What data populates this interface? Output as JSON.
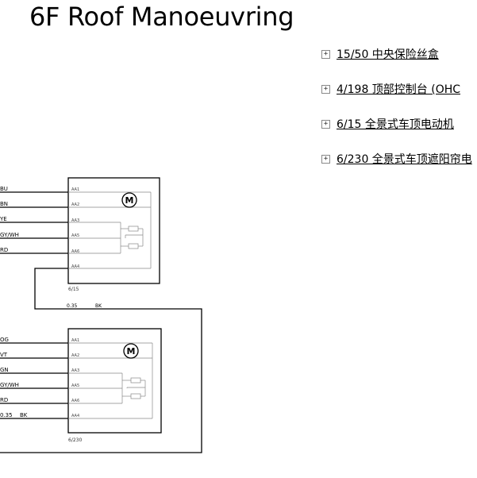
{
  "page": {
    "title": "6F Roof Manoeuvring"
  },
  "links": [
    {
      "text": "15/50 中央保险丝盒"
    },
    {
      "text": "4/198 顶部控制台 (OHC"
    },
    {
      "text": "6/15 全景式车顶电动机"
    },
    {
      "text": "6/230 全景式车顶遮阳帘电"
    }
  ],
  "expand_glyph": "+",
  "schematic": {
    "motor_symbol": "M",
    "upper": {
      "id": "6/15",
      "wires": [
        "BU",
        "BN",
        "YE",
        "GY/WH",
        "RD"
      ],
      "pins": [
        "AA1",
        "AA2",
        "AA3",
        "AA5",
        "AA6",
        "AA4"
      ]
    },
    "ground_wire": {
      "gauge": "0.35",
      "color": "BK"
    },
    "lower": {
      "id": "6/230",
      "wires": [
        "OG",
        "VT",
        "GN",
        "GY/WH",
        "RD"
      ],
      "bottom_wire": {
        "gauge": "0.35",
        "color": "BK"
      },
      "pins": [
        "AA1",
        "AA2",
        "AA3",
        "AA5",
        "AA6",
        "AA4"
      ]
    }
  }
}
